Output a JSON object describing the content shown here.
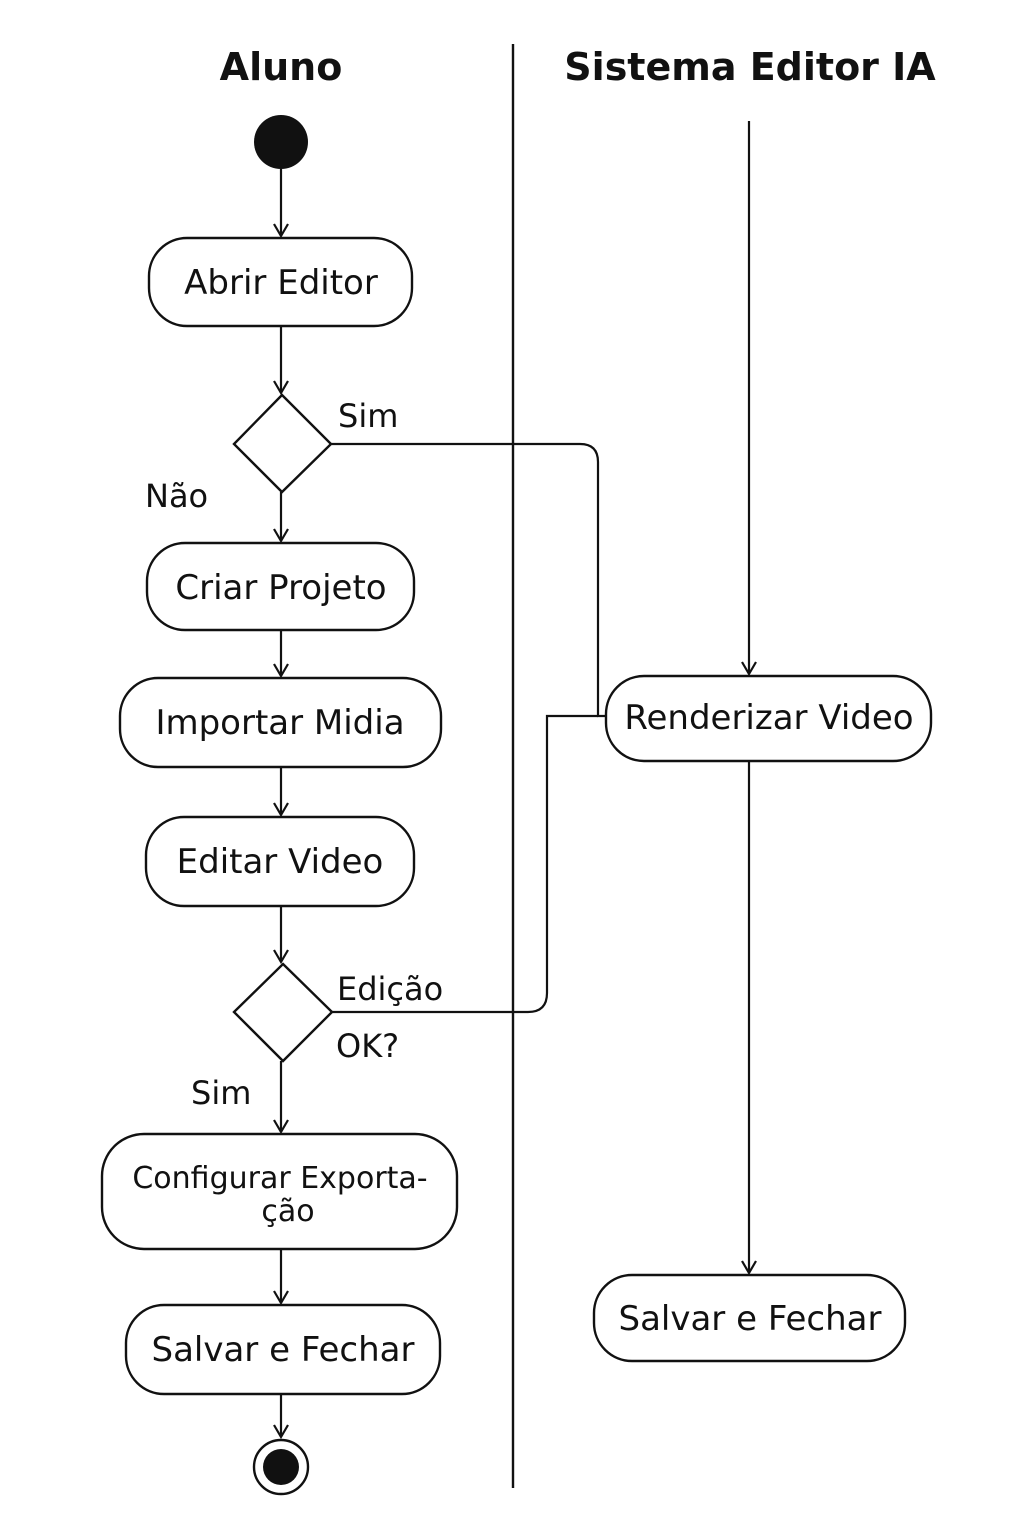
{
  "lanes": {
    "left_title": "Aluno",
    "right_title": "Sistema Editor IA"
  },
  "nodes": {
    "abrir_editor": "Abrir Editor",
    "criar_projeto": "Criar Projeto",
    "importar_midia": "Importar Midia",
    "editar_video": "Editar Video",
    "configurar_exportacao_line1": "Configurar Exporta-",
    "configurar_exportacao_line2": "ção",
    "salvar_fechar_aluno": "Salvar e Fechar",
    "renderizar_video": "Renderizar Video",
    "salvar_fechar_sistema": "Salvar e Fechar"
  },
  "labels": {
    "sim_top": "Sim",
    "nao": "Não",
    "edicao_line1": "Edição",
    "edicao_line2": "OK?",
    "sim_bottom": "Sim"
  },
  "colors": {
    "stroke": "#111111",
    "background": "#ffffff"
  }
}
